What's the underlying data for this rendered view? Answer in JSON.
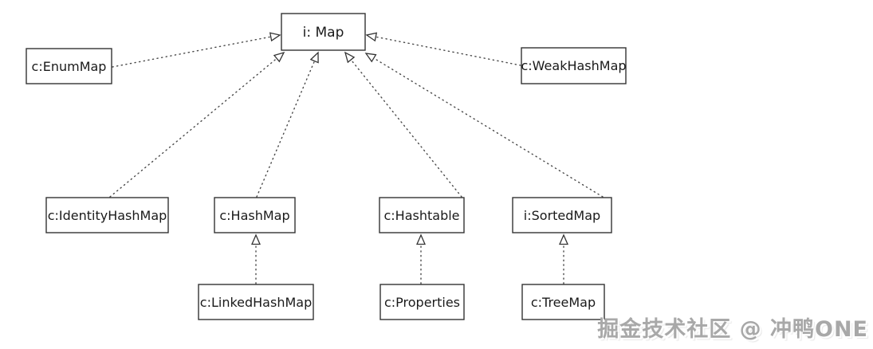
{
  "diagram": {
    "type": "uml-class-diagram",
    "line_style": "dotted",
    "arrow_style": "hollow-triangle",
    "colors": {
      "background": "#ffffff",
      "box_fill": "#ffffff",
      "box_border": "#333333",
      "line": "#4a4a4a",
      "text": "#1a1a1a"
    },
    "nodes": {
      "map": {
        "label": "i: Map"
      },
      "enum_map": {
        "label": "c:EnumMap"
      },
      "weak_hash_map": {
        "label": "c:WeakHashMap"
      },
      "identity_hash_map": {
        "label": "c:IdentityHashMap"
      },
      "hash_map": {
        "label": "c:HashMap"
      },
      "hashtable": {
        "label": "c:Hashtable"
      },
      "sorted_map": {
        "label": "i:SortedMap"
      },
      "linked_hash_map": {
        "label": "c:LinkedHashMap"
      },
      "properties": {
        "label": "c:Properties"
      },
      "tree_map": {
        "label": "c:TreeMap"
      }
    },
    "edges": [
      {
        "from": "c:EnumMap",
        "to": "i: Map"
      },
      {
        "from": "c:WeakHashMap",
        "to": "i: Map"
      },
      {
        "from": "c:IdentityHashMap",
        "to": "i: Map"
      },
      {
        "from": "c:HashMap",
        "to": "i: Map"
      },
      {
        "from": "c:Hashtable",
        "to": "i: Map"
      },
      {
        "from": "i:SortedMap",
        "to": "i: Map"
      },
      {
        "from": "c:LinkedHashMap",
        "to": "c:HashMap"
      },
      {
        "from": "c:Properties",
        "to": "c:Hashtable"
      },
      {
        "from": "c:TreeMap",
        "to": "i:SortedMap"
      }
    ]
  },
  "watermark": {
    "text": "掘金技术社区 @ 冲鸭ONE",
    "color": "#a8a8a8"
  }
}
